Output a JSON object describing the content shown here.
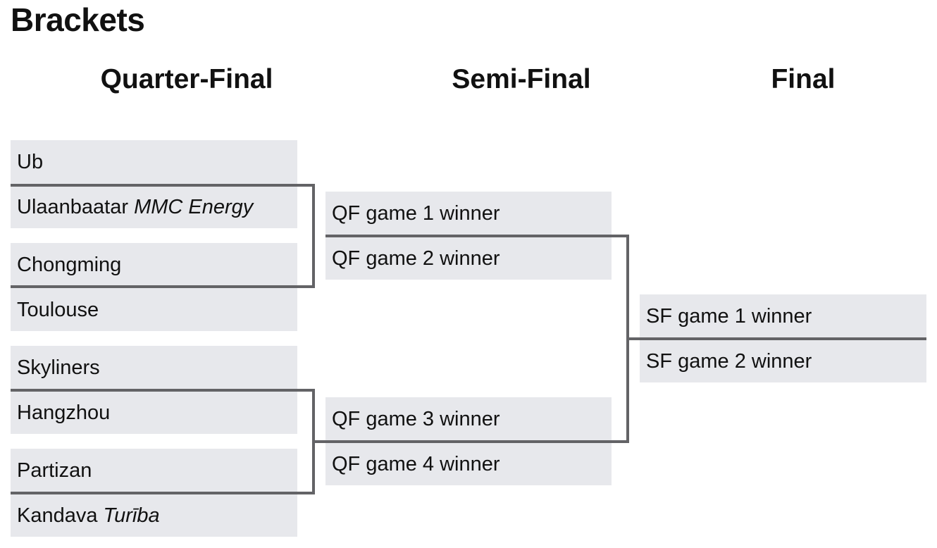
{
  "title": "Brackets",
  "rounds": [
    {
      "name": "Quarter-Final"
    },
    {
      "name": "Semi-Final"
    },
    {
      "name": "Final"
    }
  ],
  "quarter_final": [
    {
      "team": "Ub",
      "suffix": ""
    },
    {
      "team": "Ulaanbaatar ",
      "suffix": "MMC Energy"
    },
    {
      "team": "Chongming",
      "suffix": ""
    },
    {
      "team": "Toulouse",
      "suffix": ""
    },
    {
      "team": "Skyliners",
      "suffix": ""
    },
    {
      "team": "Hangzhou",
      "suffix": ""
    },
    {
      "team": "Partizan",
      "suffix": ""
    },
    {
      "team": "Kandava ",
      "suffix": "Turība"
    }
  ],
  "semi_final": [
    {
      "team": "QF game 1 winner"
    },
    {
      "team": "QF game 2 winner"
    },
    {
      "team": "QF game 3 winner"
    },
    {
      "team": "QF game 4 winner"
    }
  ],
  "final": [
    {
      "team": "SF game 1 winner"
    },
    {
      "team": "SF game 2 winner"
    }
  ],
  "colors": {
    "slot_background": "#e7e8ec",
    "connector": "#636366",
    "text": "#111111"
  }
}
